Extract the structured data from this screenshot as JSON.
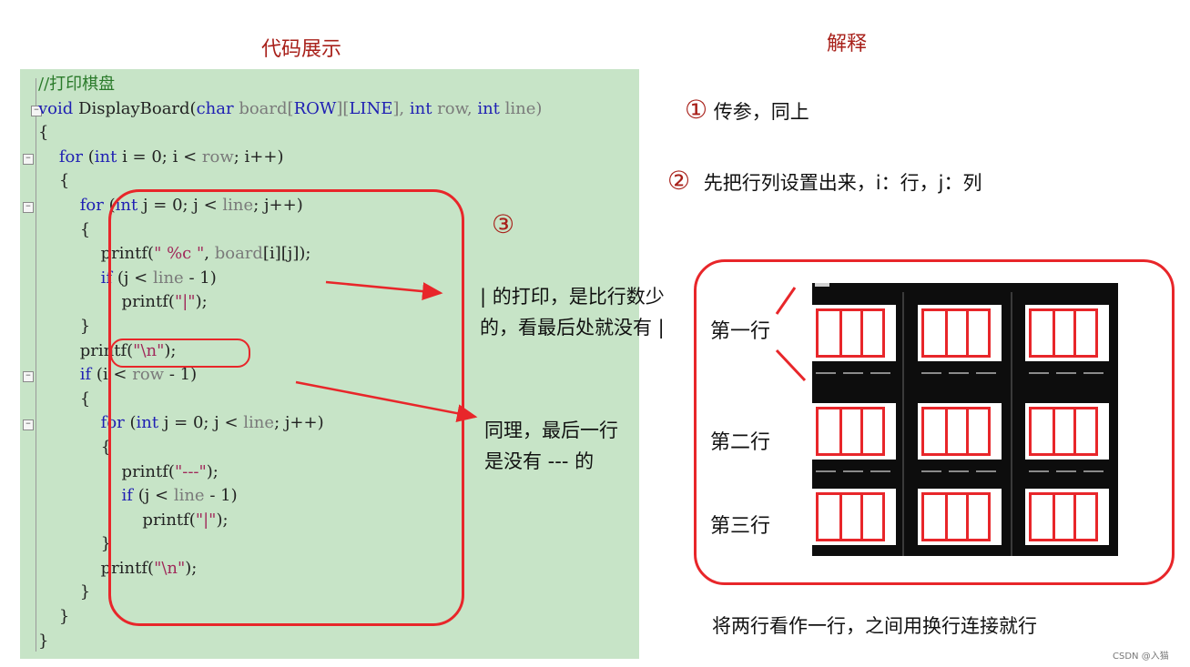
{
  "left_title": "代码展示",
  "right_title": "解释",
  "code_lines": [
    [
      {
        "t": "//打印棋盘",
        "c": "cm"
      }
    ],
    [
      {
        "t": "void",
        "c": "kw"
      },
      {
        "t": " DisplayBoard(",
        "c": "tx"
      },
      {
        "t": "char",
        "c": "kw"
      },
      {
        "t": " board[",
        "c": "pl"
      },
      {
        "t": "ROW",
        "c": "kw"
      },
      {
        "t": "][",
        "c": "pl"
      },
      {
        "t": "LINE",
        "c": "kw"
      },
      {
        "t": "], ",
        "c": "pl"
      },
      {
        "t": "int",
        "c": "kw"
      },
      {
        "t": " row, ",
        "c": "pl"
      },
      {
        "t": "int",
        "c": "kw"
      },
      {
        "t": " line)",
        "c": "pl"
      }
    ],
    [
      {
        "t": "{",
        "c": "tx"
      }
    ],
    [
      {
        "t": "    for",
        "c": "kw"
      },
      {
        "t": " (",
        "c": "tx"
      },
      {
        "t": "int",
        "c": "kw"
      },
      {
        "t": " i = 0; i < ",
        "c": "tx"
      },
      {
        "t": "row",
        "c": "pl"
      },
      {
        "t": "; i++)",
        "c": "tx"
      }
    ],
    [
      {
        "t": "    {",
        "c": "tx"
      }
    ],
    [
      {
        "t": "        for",
        "c": "kw"
      },
      {
        "t": " (",
        "c": "tx"
      },
      {
        "t": "int",
        "c": "kw"
      },
      {
        "t": " j = 0; j < ",
        "c": "tx"
      },
      {
        "t": "line",
        "c": "pl"
      },
      {
        "t": "; j++)",
        "c": "tx"
      }
    ],
    [
      {
        "t": "        {",
        "c": "tx"
      }
    ],
    [
      {
        "t": "            printf(",
        "c": "tx"
      },
      {
        "t": "\" %c \"",
        "c": "st"
      },
      {
        "t": ", ",
        "c": "tx"
      },
      {
        "t": "board",
        "c": "pl"
      },
      {
        "t": "[i][j]);",
        "c": "tx"
      }
    ],
    [
      {
        "t": "            if",
        "c": "kw"
      },
      {
        "t": " (j < ",
        "c": "tx"
      },
      {
        "t": "line",
        "c": "pl"
      },
      {
        "t": " - 1)",
        "c": "tx"
      }
    ],
    [
      {
        "t": "                printf(",
        "c": "tx"
      },
      {
        "t": "\"|\"",
        "c": "st"
      },
      {
        "t": ");",
        "c": "tx"
      }
    ],
    [
      {
        "t": "        }",
        "c": "tx"
      }
    ],
    [
      {
        "t": "        printf(",
        "c": "tx"
      },
      {
        "t": "\"\\n\"",
        "c": "st"
      },
      {
        "t": ");",
        "c": "tx"
      }
    ],
    [
      {
        "t": "        if",
        "c": "kw"
      },
      {
        "t": " (i < ",
        "c": "tx"
      },
      {
        "t": "row",
        "c": "pl"
      },
      {
        "t": " - 1)",
        "c": "tx"
      }
    ],
    [
      {
        "t": "        {",
        "c": "tx"
      }
    ],
    [
      {
        "t": "            for",
        "c": "kw"
      },
      {
        "t": " (",
        "c": "tx"
      },
      {
        "t": "int",
        "c": "kw"
      },
      {
        "t": " j = 0; j < ",
        "c": "tx"
      },
      {
        "t": "line",
        "c": "pl"
      },
      {
        "t": "; j++)",
        "c": "tx"
      }
    ],
    [
      {
        "t": "            {",
        "c": "tx"
      }
    ],
    [
      {
        "t": "                printf(",
        "c": "tx"
      },
      {
        "t": "\"---\"",
        "c": "st"
      },
      {
        "t": ");",
        "c": "tx"
      }
    ],
    [
      {
        "t": "                if",
        "c": "kw"
      },
      {
        "t": " (j < ",
        "c": "tx"
      },
      {
        "t": "line",
        "c": "pl"
      },
      {
        "t": " - 1)",
        "c": "tx"
      }
    ],
    [
      {
        "t": "                    printf(",
        "c": "tx"
      },
      {
        "t": "\"|\"",
        "c": "st"
      },
      {
        "t": ");",
        "c": "tx"
      }
    ],
    [
      {
        "t": "            }",
        "c": "tx"
      }
    ],
    [
      {
        "t": "            printf(",
        "c": "tx"
      },
      {
        "t": "\"\\n\"",
        "c": "st"
      },
      {
        "t": ");",
        "c": "tx"
      }
    ],
    [
      {
        "t": "        }",
        "c": "tx"
      }
    ],
    [
      {
        "t": "    }",
        "c": "tx"
      }
    ],
    [
      {
        "t": "}",
        "c": "tx"
      }
    ]
  ],
  "badge3": "③",
  "note_pipe_1": "| 的打印，是比行数少",
  "note_pipe_2": "的，看最后处就没有 |",
  "note_dash_1": "同理，最后一行",
  "note_dash_2": "是没有 --- 的",
  "item1_num": "①",
  "item1_text": "传参，同上",
  "item2_num": "②",
  "item2_text": "先把行列设置出来，i：行，j：列",
  "row_labels": [
    "第一行",
    "第二行",
    "第三行"
  ],
  "bottom_note": "将两行看作一行，之间用换行连接就行",
  "watermark": "CSDN @入猫",
  "colors": {
    "accent_red": "#e8262a",
    "title_red": "#a8201a",
    "code_bg": "#c7e4c7",
    "keyword": "#1f1fb3",
    "comment": "#2a7a2a"
  }
}
